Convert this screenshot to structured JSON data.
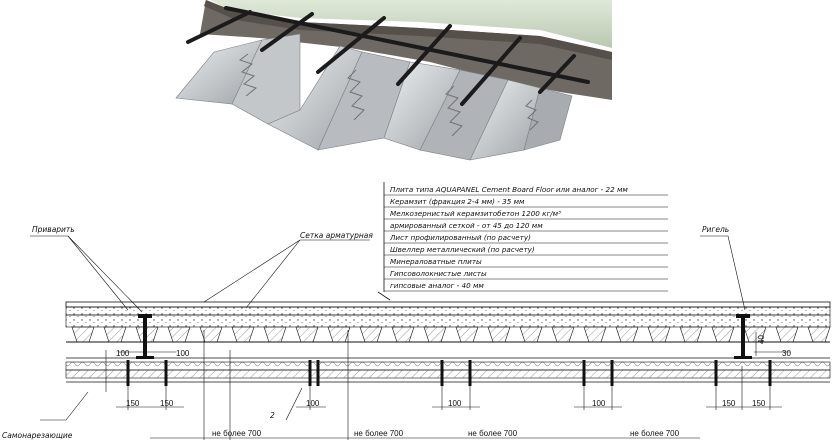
{
  "legend_lines": [
    "Плита типа AQUAPANEL Cement Board Floor или аналог - 22 мм",
    "Керамзит (фракция 2-4 мм) - 35 мм",
    "Мелкозернистый керамзитобетон 1200 кг/м³",
    "армированный сеткой - от 45 до 120 мм",
    "Лист профилированный (по расчету)",
    "Швеллер металлический (по расчету)",
    "Минераловатные плиты",
    "Гипсоволокнистые листы",
    "гипсовые аналог - 40 мм"
  ],
  "callouts": {
    "weld": "Приварить",
    "mesh": "Сетка арматурная",
    "beam": "Ригель",
    "screws": "Самонарезающие",
    "marker_2": "2"
  },
  "dimensions": {
    "d100": "100",
    "d150": "150",
    "d40": "40",
    "d30": "30",
    "max700": "не более 700"
  },
  "colors": {
    "sky": "#ffffff",
    "concrete_top": "#c9d8c2",
    "soil": "#6e6a63",
    "steel_light": "#d6d8da",
    "steel_dark": "#8c9094",
    "rebar": "#1b1b1b",
    "line": "#111111"
  }
}
